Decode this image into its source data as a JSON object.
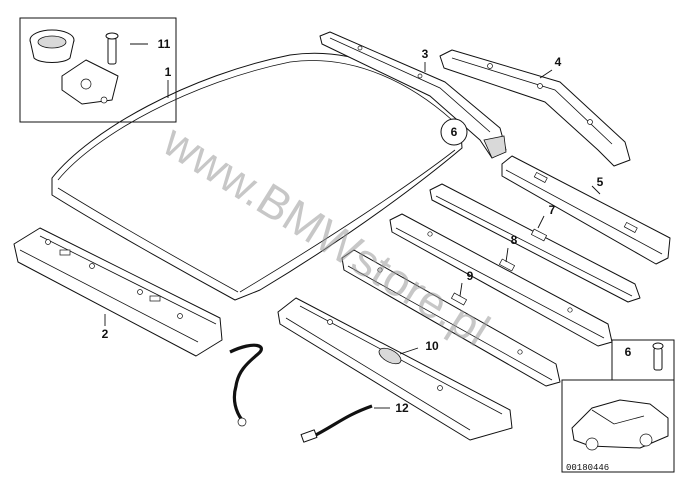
{
  "diagram": {
    "watermark": "www.BMWstore.pl",
    "doc_id": "00180446",
    "callouts": {
      "roof": "1",
      "front_header": "2",
      "rail_3": "3",
      "rail_4": "4",
      "rail_5": "5",
      "circled_6": "6",
      "bow_7": "7",
      "bow_8": "8",
      "bow_9": "9",
      "rear_panel": "10",
      "cup": "11",
      "hose": "12",
      "inset_6": "6"
    }
  }
}
